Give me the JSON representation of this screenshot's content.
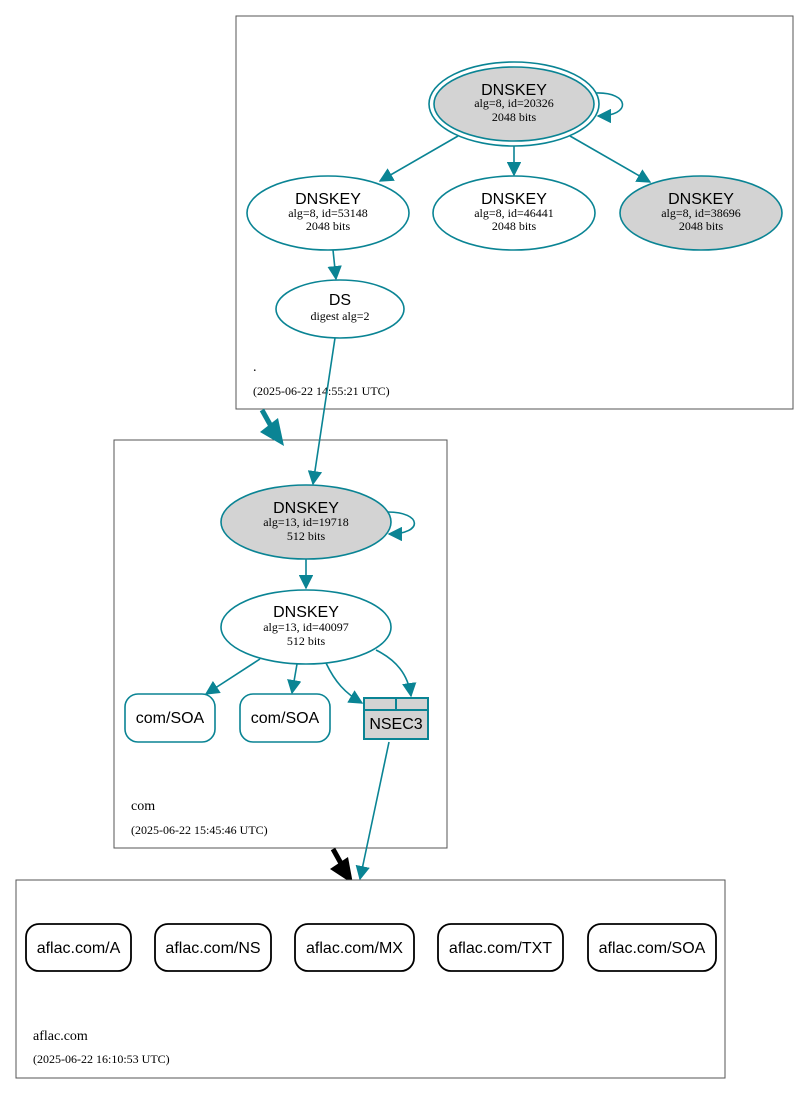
{
  "colors": {
    "accent": "#0a8494",
    "node_fill_gray": "#d3d3d3",
    "node_fill_white": "#ffffff",
    "delegation_arrow_black": "#000000"
  },
  "root_zone": {
    "name": ".",
    "timestamp": "(2025-06-22 14:55:21 UTC)",
    "ksk": {
      "title": "DNSKEY",
      "detail": "alg=8, id=20326",
      "bits": "2048 bits"
    },
    "zsk1": {
      "title": "DNSKEY",
      "detail": "alg=8, id=53148",
      "bits": "2048 bits"
    },
    "zsk2": {
      "title": "DNSKEY",
      "detail": "alg=8, id=46441",
      "bits": "2048 bits"
    },
    "zsk3": {
      "title": "DNSKEY",
      "detail": "alg=8, id=38696",
      "bits": "2048 bits"
    },
    "ds": {
      "title": "DS",
      "detail": "digest alg=2"
    }
  },
  "com_zone": {
    "name": "com",
    "timestamp": "(2025-06-22 15:45:46 UTC)",
    "ksk": {
      "title": "DNSKEY",
      "detail": "alg=13, id=19718",
      "bits": "512 bits"
    },
    "zsk": {
      "title": "DNSKEY",
      "detail": "alg=13, id=40097",
      "bits": "512 bits"
    },
    "soa1": "com/SOA",
    "soa2": "com/SOA",
    "nsec3": "NSEC3"
  },
  "aflac_zone": {
    "name": "aflac.com",
    "timestamp": "(2025-06-22 16:10:53 UTC)",
    "records": [
      "aflac.com/A",
      "aflac.com/NS",
      "aflac.com/MX",
      "aflac.com/TXT",
      "aflac.com/SOA"
    ]
  }
}
